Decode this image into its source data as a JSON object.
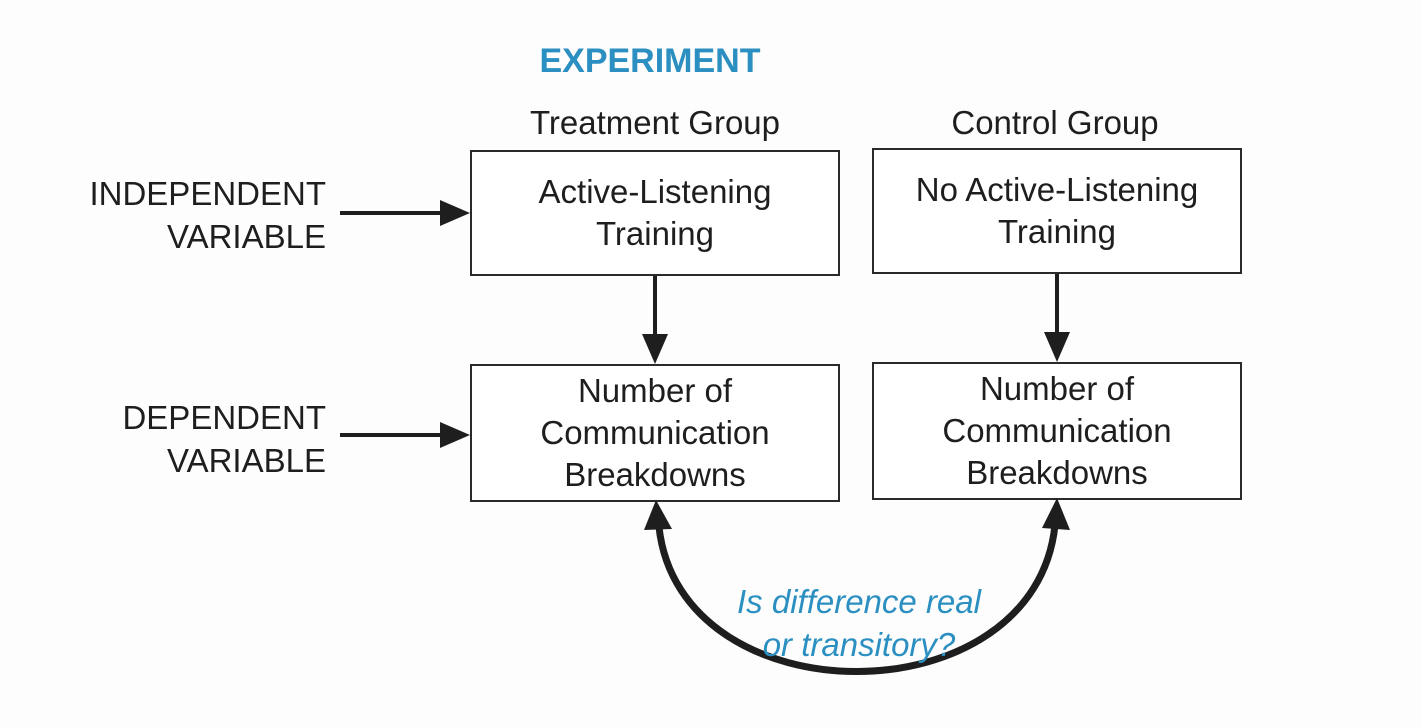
{
  "title": "EXPERIMENT",
  "groups": {
    "treatment": {
      "header": "Treatment Group",
      "independent_box": [
        "Active-Listening",
        "Training"
      ],
      "dependent_box": [
        "Number of",
        "Communication",
        "Breakdowns"
      ]
    },
    "control": {
      "header": "Control Group",
      "independent_box": [
        "No Active-Listening",
        "Training"
      ],
      "dependent_box": [
        "Number of",
        "Communication",
        "Breakdowns"
      ]
    }
  },
  "row_labels": {
    "independent": [
      "INDEPENDENT",
      "VARIABLE"
    ],
    "dependent": [
      "DEPENDENT",
      "VARIABLE"
    ]
  },
  "comparison_question": [
    "Is difference real",
    "or transitory?"
  ],
  "colors": {
    "accent": "#2b8fc1",
    "ink": "#1e1e1e"
  }
}
